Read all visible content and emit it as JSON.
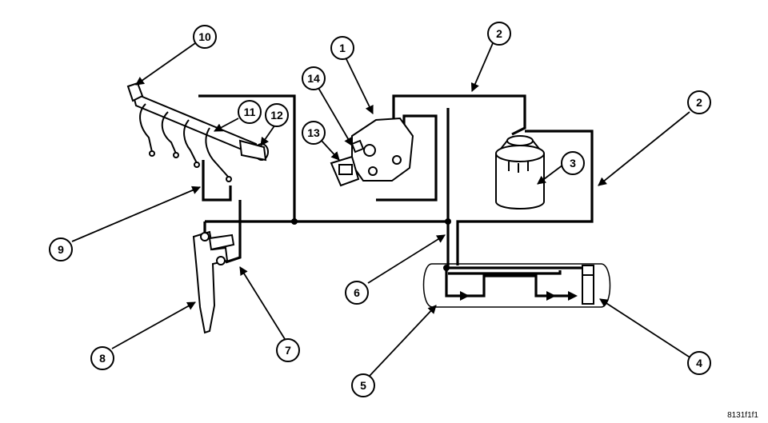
{
  "figure": {
    "code": "8131f1f1"
  },
  "callouts": [
    "1",
    "2",
    "3",
    "4",
    "5",
    "6",
    "7",
    "8",
    "9",
    "10",
    "11",
    "12",
    "13",
    "14"
  ]
}
